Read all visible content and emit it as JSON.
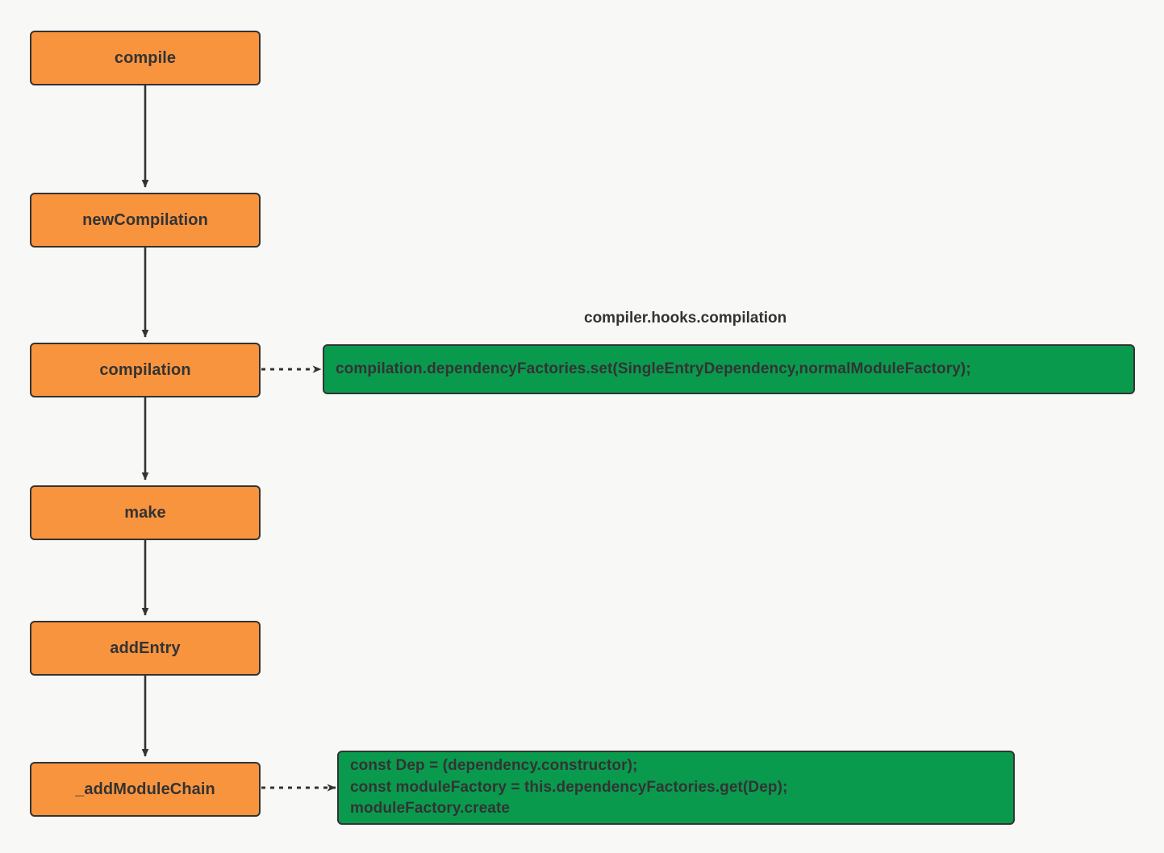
{
  "diagram": {
    "type": "flowchart",
    "direction": "top-to-bottom",
    "background_color": "#f8f8f7",
    "node_fill_color": "#f9943e",
    "code_fill_color": "#0a9a4e",
    "border_color": "#333333",
    "text_color": "#333333"
  },
  "nodes": [
    {
      "id": "compile",
      "label": "compile"
    },
    {
      "id": "newCompilation",
      "label": "newCompilation"
    },
    {
      "id": "compilation",
      "label": "compilation"
    },
    {
      "id": "make",
      "label": "make"
    },
    {
      "id": "addEntry",
      "label": "addEntry"
    },
    {
      "id": "_addModuleChain",
      "label": "_addModuleChain"
    }
  ],
  "labels": {
    "hook_label": "compiler.hooks.compilation"
  },
  "code_boxes": [
    {
      "id": "compilation-code",
      "lines": [
        "compilation.dependencyFactories.set(SingleEntryDependency,normalModuleFactory);"
      ]
    },
    {
      "id": "addmodulechain-code",
      "lines": [
        "const Dep = (dependency.constructor);",
        "const moduleFactory = this.dependencyFactories.get(Dep);",
        "moduleFactory.create"
      ]
    }
  ],
  "edges": [
    {
      "from": "compile",
      "to": "newCompilation",
      "style": "solid"
    },
    {
      "from": "newCompilation",
      "to": "compilation",
      "style": "solid"
    },
    {
      "from": "compilation",
      "to": "make",
      "style": "solid"
    },
    {
      "from": "make",
      "to": "addEntry",
      "style": "solid"
    },
    {
      "from": "addEntry",
      "to": "_addModuleChain",
      "style": "solid"
    },
    {
      "from": "compilation",
      "to": "compilation-code",
      "style": "dotted"
    },
    {
      "from": "_addModuleChain",
      "to": "addmodulechain-code",
      "style": "dotted"
    }
  ]
}
